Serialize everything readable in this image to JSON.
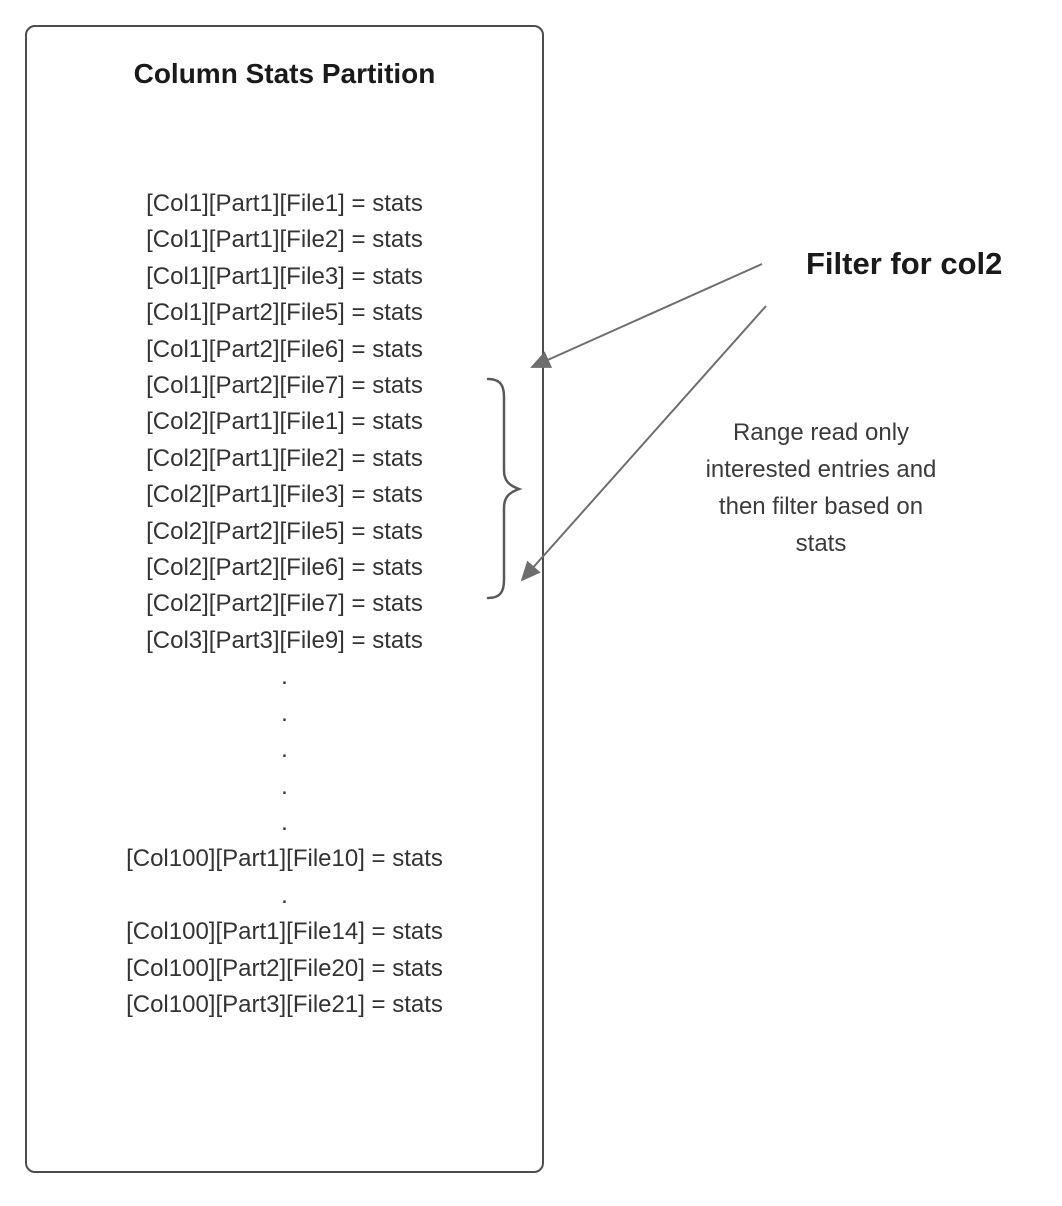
{
  "box": {
    "title": "Column Stats Partition",
    "entries": [
      "[Col1][Part1][File1] = stats",
      "[Col1][Part1][File2] = stats",
      "[Col1][Part1][File3] = stats",
      "[Col1][Part2][File5] = stats",
      "[Col1][Part2][File6] = stats",
      "[Col1][Part2][File7] = stats",
      "[Col2][Part1][File1] = stats",
      "[Col2][Part1][File2] = stats",
      "[Col2][Part1][File3] = stats",
      "[Col2][Part2][File5] = stats",
      "[Col2][Part2][File6] = stats",
      "[Col2][Part2][File7] = stats",
      "[Col3][Part3][File9] = stats",
      ".",
      ".",
      ".",
      ".",
      ".",
      "[Col100][Part1][File10] = stats",
      ".",
      "[Col100][Part1][File14] = stats",
      "[Col100][Part2][File20] = stats",
      "[Col100][Part3][File21] = stats"
    ]
  },
  "annotations": {
    "filter_label": "Filter for col2",
    "note": "Range read only\ninterested entries and\nthen filter based on\nstats"
  },
  "colors": {
    "arrow": "#6e6e6e",
    "brace": "#595959",
    "box_border": "#4d4d4d"
  }
}
